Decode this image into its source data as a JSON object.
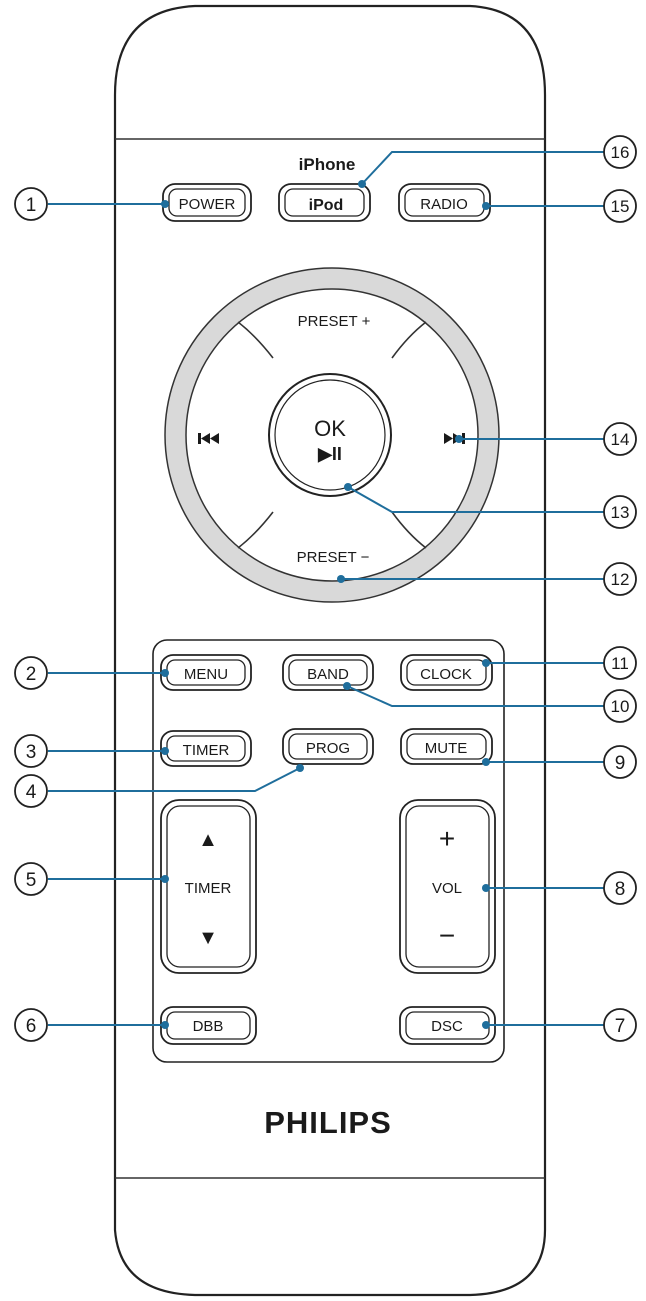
{
  "remote": {
    "header_label": "iPhone",
    "brand": "PHILIPS",
    "buttons": {
      "power": "POWER",
      "ipod": "iPod",
      "radio": "RADIO",
      "preset_plus": "PRESET +",
      "preset_minus": "PRESET −",
      "prev_icon": "⏮",
      "next_icon": "⏭",
      "ok": "OK",
      "play_pause": "▶II",
      "menu": "MENU",
      "band": "BAND",
      "clock": "CLOCK",
      "timer": "TIMER",
      "prog": "PROG",
      "mute": "MUTE",
      "timer_rocker": "TIMER",
      "timer_up": "▲",
      "timer_down": "▼",
      "vol": "VOL",
      "vol_plus": "+",
      "vol_minus": "−",
      "dbb": "DBB",
      "dsc": "DSC"
    }
  },
  "callouts": [
    "1",
    "2",
    "3",
    "4",
    "5",
    "6",
    "7",
    "8",
    "9",
    "10",
    "11",
    "12",
    "13",
    "14",
    "15",
    "16"
  ],
  "colors": {
    "callout_line": "#1f6e9c",
    "outline": "#222222",
    "ring": "#d9d9d9",
    "text": "#1a1a1a"
  }
}
